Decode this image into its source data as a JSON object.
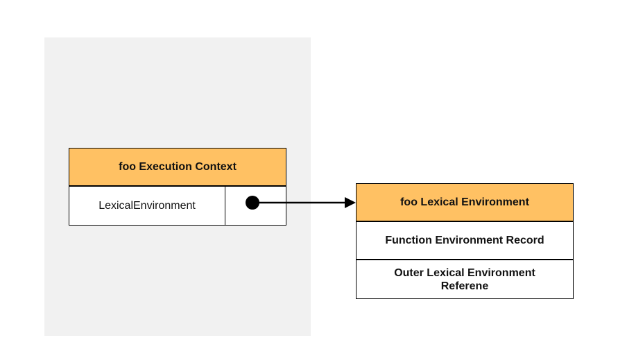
{
  "execution_context": {
    "title": "foo Execution Context",
    "field_label": "LexicalEnvironment"
  },
  "lexical_environment": {
    "title": "foo Lexical Environment",
    "record": "Function Environment Record",
    "outer": "Outer Lexical Environment Referene"
  },
  "colors": {
    "header_fill": "#ffc163",
    "panel_fill": "#f1f1f1",
    "stroke": "#000000"
  }
}
